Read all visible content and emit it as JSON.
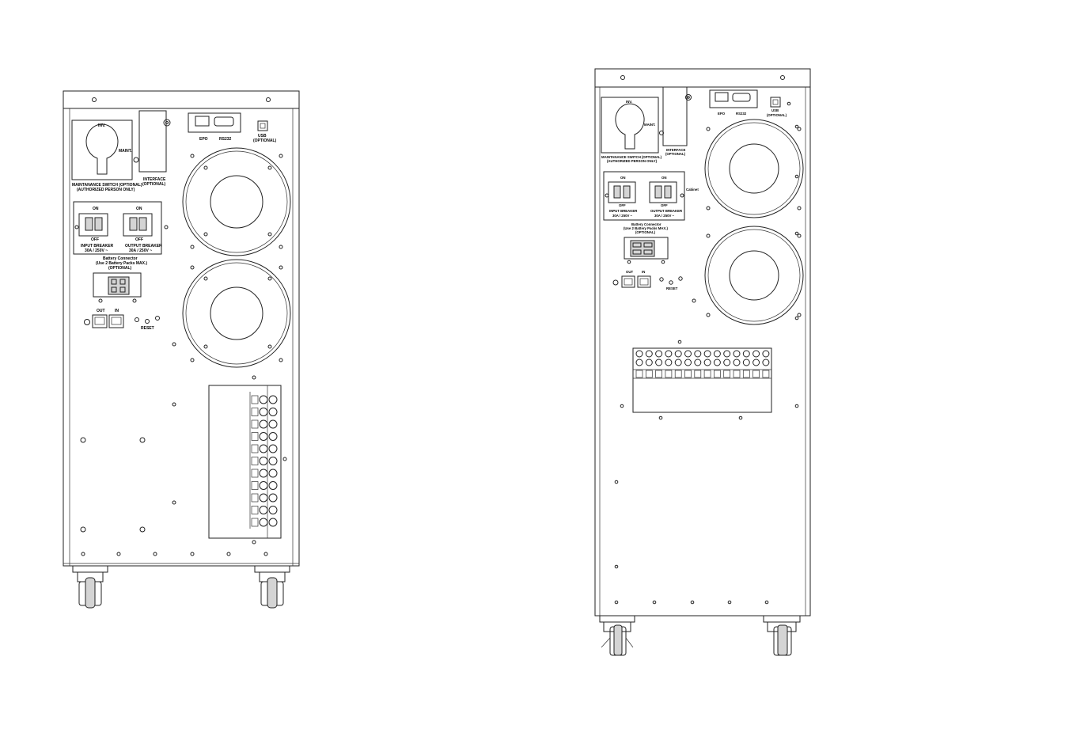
{
  "units": [
    {
      "id": "left",
      "maintenance_switch": {
        "inv": "INV.",
        "maint": "MAINT.",
        "caption_line1": "MAINTANANCE SWITCH (OPTIONAL)",
        "caption_line2": "(AUTHORIZED PERSON ONLY)"
      },
      "interface": {
        "line1": "INTERFACE",
        "line2": "(OPTIONAL)"
      },
      "comm": {
        "epo": "EPO",
        "rs232": "RS232",
        "usb": "USB",
        "usb_sub": "(OPTIONAL)"
      },
      "input_breaker": {
        "on": "ON",
        "off": "OFF",
        "name": "INPUT BREAKER",
        "rating": "30A / 250V ~"
      },
      "output_breaker": {
        "on": "ON",
        "off": "OFF",
        "name": "OUTPUT BREAKER",
        "rating": "30A / 250V ~"
      },
      "battery": {
        "line1": "Battery Connector",
        "line2": "(Use 2 Battery Packs MAX.)",
        "line3": "(OPTIONAL)"
      },
      "network": {
        "out": "OUT",
        "in": "IN",
        "reset": "RESET"
      }
    },
    {
      "id": "right",
      "maintenance_switch": {
        "inv": "INV.",
        "maint": "MAINT.",
        "caption_line1": "MAINTANANCE SWITCH (OPTIONAL)",
        "caption_line2": "(AUTHORIZED PERSON ONLY)"
      },
      "interface": {
        "line1": "INTERFACE",
        "line2": "(OPTIONAL)"
      },
      "comm": {
        "epo": "EPO",
        "rs232": "RS232",
        "usb": "USB",
        "usb_sub": "(OPTIONAL)"
      },
      "input_breaker": {
        "on": "ON",
        "off": "OFF",
        "name": "INPUT BREAKER",
        "rating": "30A / 250V ~"
      },
      "output_breaker": {
        "on": "ON",
        "off": "OFF",
        "name": "OUTPUT BREAKER",
        "rating": "30A / 250V ~"
      },
      "battery": {
        "line1": "Battery Connector",
        "line2": "(Use 2 Battery Packs MAX.)",
        "line3": "(OPTIONAL)"
      },
      "network": {
        "out": "OUT",
        "in": "IN",
        "reset": "RESET"
      },
      "extra_label": "Cabinet"
    }
  ]
}
